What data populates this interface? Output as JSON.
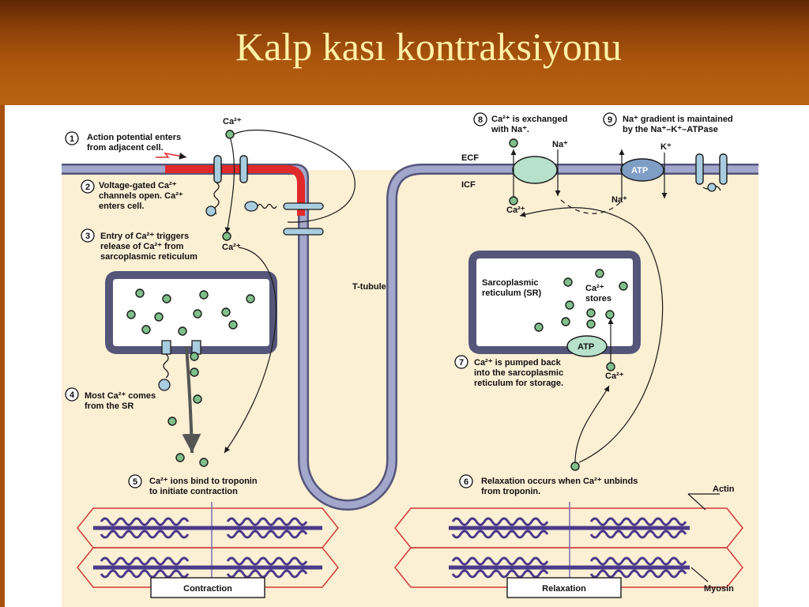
{
  "title": "Kalp kası kontraksiyonu",
  "steps": [
    {
      "n": "1",
      "lines": [
        "Action potential enters",
        "from adjacent cell."
      ]
    },
    {
      "n": "2",
      "lines": [
        "Voltage-gated Ca²⁺",
        "channels open. Ca²⁺",
        "enters cell."
      ]
    },
    {
      "n": "3",
      "lines": [
        "Entry of Ca²⁺ triggers",
        "release of Ca²⁺ from",
        "sarcoplasmic reticulum"
      ]
    },
    {
      "n": "4",
      "lines": [
        "Most Ca²⁺ comes",
        "from the SR"
      ]
    },
    {
      "n": "5",
      "lines": [
        "Ca²⁺ ions bind to troponin",
        "to initiate contraction"
      ]
    },
    {
      "n": "6",
      "lines": [
        "Relaxation occurs when Ca²⁺ unbinds",
        "from troponin."
      ]
    },
    {
      "n": "7",
      "lines": [
        "Ca²⁺ is pumped back",
        "into the sarcoplasmic",
        "reticulum for storage."
      ]
    },
    {
      "n": "8",
      "lines": [
        "Ca²⁺ is exchanged",
        "with Na⁺."
      ]
    },
    {
      "n": "9",
      "lines": [
        "Na⁺ gradient is maintained",
        "by the Na⁺–K⁺–ATPase"
      ]
    }
  ],
  "labels": {
    "ca": "Ca²⁺",
    "na": "Na⁺",
    "k": "K⁺",
    "ecf": "ECF",
    "icf": "ICF",
    "t_tubule": "T-tubule",
    "sr_name": [
      "Sarcoplasmic",
      "reticulum (SR)"
    ],
    "ca_stores": [
      "Ca²⁺",
      "stores"
    ],
    "atp": "ATP",
    "actin": "Actin",
    "myosin": "Myosin",
    "contraction": "Contraction",
    "relaxation": "Relaxation"
  },
  "colors": {
    "cytoplasm": "#fbefd4",
    "membrane": "#9c9fc4",
    "depolarized": "#e43030",
    "ion": "#7fbf8a",
    "channel": "#a9cde0",
    "exchanger": "#b7e1ca",
    "atpase": "#7f9ec6",
    "sarcomere_border": "#d43a3a",
    "myosin": "#4a3a8a"
  }
}
